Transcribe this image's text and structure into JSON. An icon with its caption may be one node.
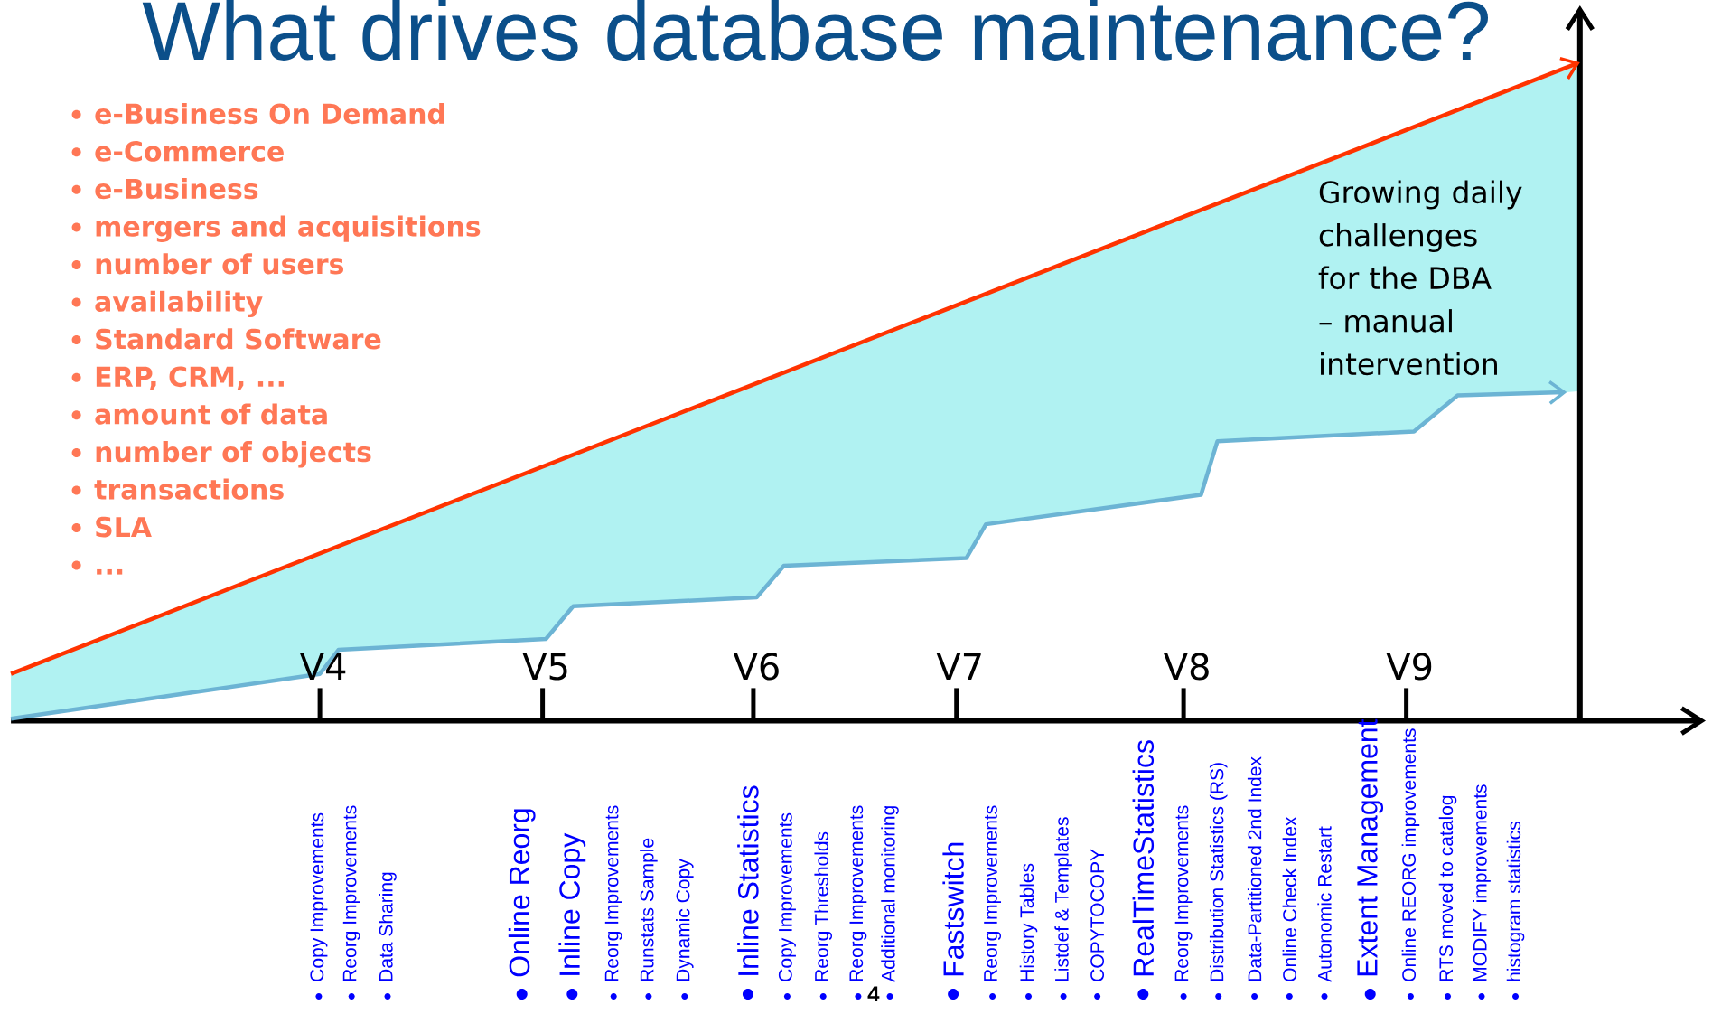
{
  "diagram": {
    "title": "What drives database maintenance?",
    "labels": [
      "e-Business On Demand",
      "e-Commerce",
      "e-Business",
      "mergers and acquisitions",
      "number of users",
      "availability",
      "Standard Software",
      "ERP, CRM, ...",
      "amount of data",
      "number of objects",
      "transactions",
      "SLA",
      "...",
      "Growing daily challenges for the DBA – manual intervention",
      "V4",
      "V5",
      "V6",
      "V7",
      "V8",
      "V9",
      "Copy Improvements",
      "Reorg Improvements",
      "Data Sharing",
      "Online Reorg",
      "Inline Copy",
      "Reorg Improvements",
      "Runstats Sample",
      "Dynamic Copy",
      "Inline Statistics",
      "Copy Improvements",
      "Reorg Thresholds",
      "Reorg Improvements",
      "Additional monitoring",
      "Fastswitch",
      "Reorg Improvements",
      "History Tables",
      "Listdef & Templates",
      "COPYTOCOPY",
      "RealTimeStatistics",
      "Reorg Improvements",
      "Distribution Statistics (RS)",
      "Data-Partitioned 2nd Index",
      "Online Check Index",
      "Autonomic Restart",
      "Extent Management",
      "Online REORG improvements",
      "RTS moved to catalog",
      "MODIFY improvements",
      "histogram statistics",
      "4"
    ]
  }
}
